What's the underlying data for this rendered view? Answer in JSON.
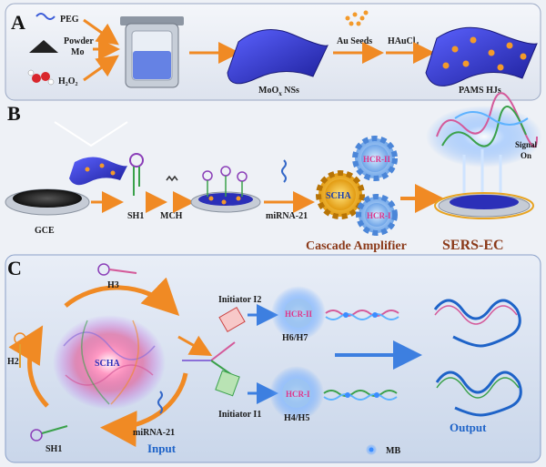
{
  "panels": {
    "a": {
      "letter": "A",
      "inputs": [
        "PEG",
        "Powder",
        "Mo",
        "H₂O₂"
      ],
      "moox_label": "MoO",
      "moox_sub": "x",
      "moox_tail": " NSs",
      "au_seeds": "Au Seeds",
      "haucl4_main": "HAuCl",
      "haucl4_sub": "4",
      "pams": "PAMS HJs"
    },
    "b": {
      "letter": "B",
      "gce": "GCE",
      "sh1": "SH1",
      "mch": "MCH",
      "mirna": "miRNA-21",
      "scha": "SCHA",
      "hcr2": "HCR-II",
      "hcr1": "HCR-I",
      "cascade": "Cascade Amplifier",
      "sersec": "SERS-EC",
      "signal_on_1": "Signal",
      "signal_on_2": "On"
    },
    "c": {
      "letter": "C",
      "h3": "H3",
      "h2": "H2",
      "sh1": "SH1",
      "mirna": "miRNA-21",
      "scha": "SCHA",
      "input": "Input",
      "initiator2": "Initiator I2",
      "initiator1": "Initiator I1",
      "hcr2": "HCR-II",
      "hcr1": "HCR-I",
      "h6h7": "H6/H7",
      "h4h5": "H4/H5",
      "output": "Output",
      "mb": "MB"
    }
  },
  "colors": {
    "accent_orange": "#f08a24",
    "sheet_blue": "#2b2fb8",
    "gold": "#e7a321",
    "glow_blue": "#3a8cff",
    "hcr_pink": "#e0338a",
    "output_blue": "#1e63c8",
    "cascade_brown": "#8b3a1a"
  }
}
